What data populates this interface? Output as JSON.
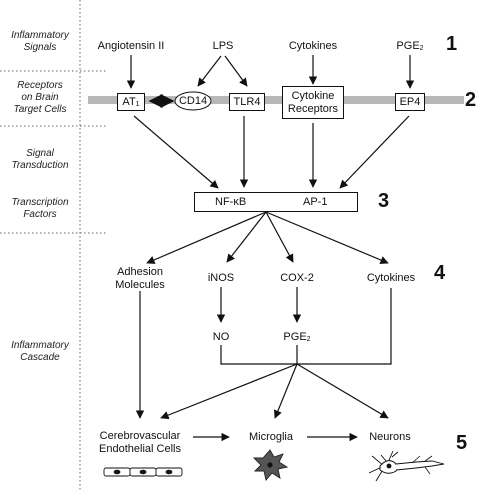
{
  "side_labels": {
    "inflammatory_signals": [
      "Inflammatory",
      "Signals"
    ],
    "receptors": [
      "Receptors",
      "on Brain",
      "Target Cells"
    ],
    "signal_transduction": [
      "Signal",
      "Transduction"
    ],
    "transcription_factors": [
      "Transcription",
      "Factors"
    ],
    "inflammatory_cascade": [
      "Inflammatory",
      "Cascade"
    ]
  },
  "signals": {
    "angiotensin": "Angiotensin II",
    "lps": "LPS",
    "cytokines": "Cytokines",
    "pge2_base": "PGE",
    "pge2_sub": "2"
  },
  "receptors": {
    "at1_base": "AT",
    "at1_sub": "1",
    "cd14": "CD14",
    "tlr4": "TLR4",
    "cytokine_receptors": [
      "Cytokine",
      "Receptors"
    ],
    "ep4": "EP4"
  },
  "transcription": {
    "nfkb": "NF-κB",
    "ap1": "AP-1"
  },
  "mediators": {
    "adhesion": [
      "Adhesion",
      "Molecules"
    ],
    "inos": "iNOS",
    "cox2": "COX-2",
    "cytokines": "Cytokines",
    "no": "NO",
    "pge2_base": "PGE",
    "pge2_sub": "2"
  },
  "targets": {
    "endothelial": [
      "Cerebrovascular",
      "Endothelial Cells"
    ],
    "microglia": "Microglia",
    "neurons": "Neurons"
  },
  "step_numbers": [
    "1",
    "2",
    "3",
    "4",
    "5"
  ],
  "colors": {
    "membrane": "#b8b8b8",
    "line": "#111111",
    "microglia_fill": "#555555",
    "neuron_fill": "#ffffff",
    "cell_fill": "#ffffff",
    "divider": "#666666"
  }
}
